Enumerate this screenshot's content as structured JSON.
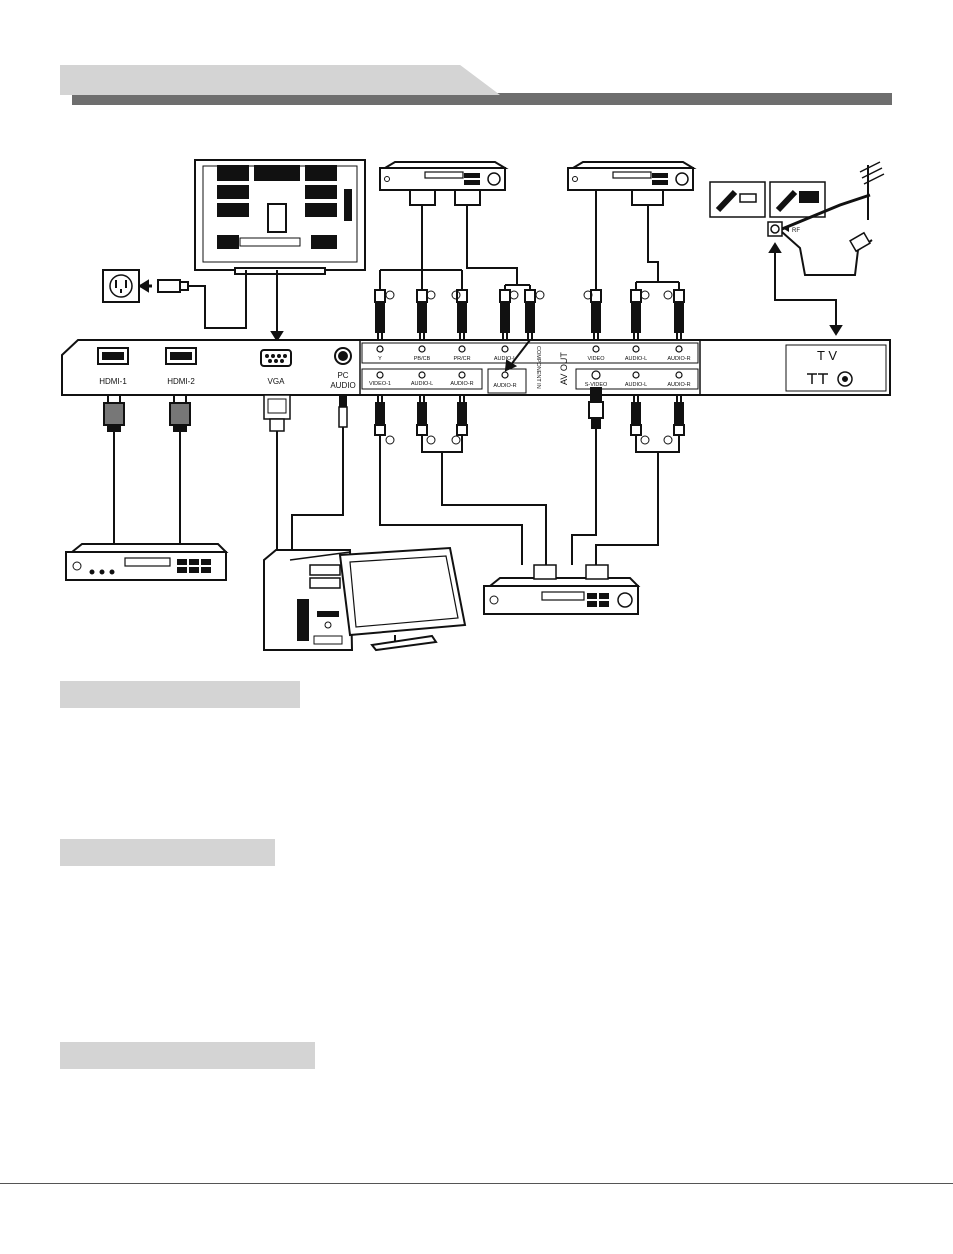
{
  "panel": {
    "hdmi1_label": "HDMI-1",
    "hdmi2_label": "HDMI-2",
    "vga_label": "VGA",
    "pc_audio_label_line1": "PC",
    "pc_audio_label_line2": "AUDIO",
    "y_label": "Y",
    "pbcb_label": "PB/CB",
    "prcr_label": "PR/CR",
    "audio_l_top_label": "AUDIO-L",
    "audio_r_comp_label": "AUDIO-R",
    "component_label": "COMPONENT IN",
    "video1_label": "VIDEO-1",
    "audio_l_mid_label": "AUDIO-L",
    "audio_r_mid_label": "AUDIO-R",
    "av_out_label": "AV OUT",
    "video_out_label": "VIDEO",
    "audio_l_out_label": "AUDIO-L",
    "audio_r_out_label": "AUDIO-R",
    "svideo_label": "S-VIDEO",
    "audio_l_sv_label": "AUDIO-L",
    "audio_r_sv_label": "AUDIO-R",
    "tv_label": "T V",
    "rf_label": "RF"
  },
  "colors": {
    "header_tab": "#d4d4d4",
    "header_bar": "#6e6e6e",
    "section_bar": "#d4d4d4",
    "line": "#111111"
  }
}
